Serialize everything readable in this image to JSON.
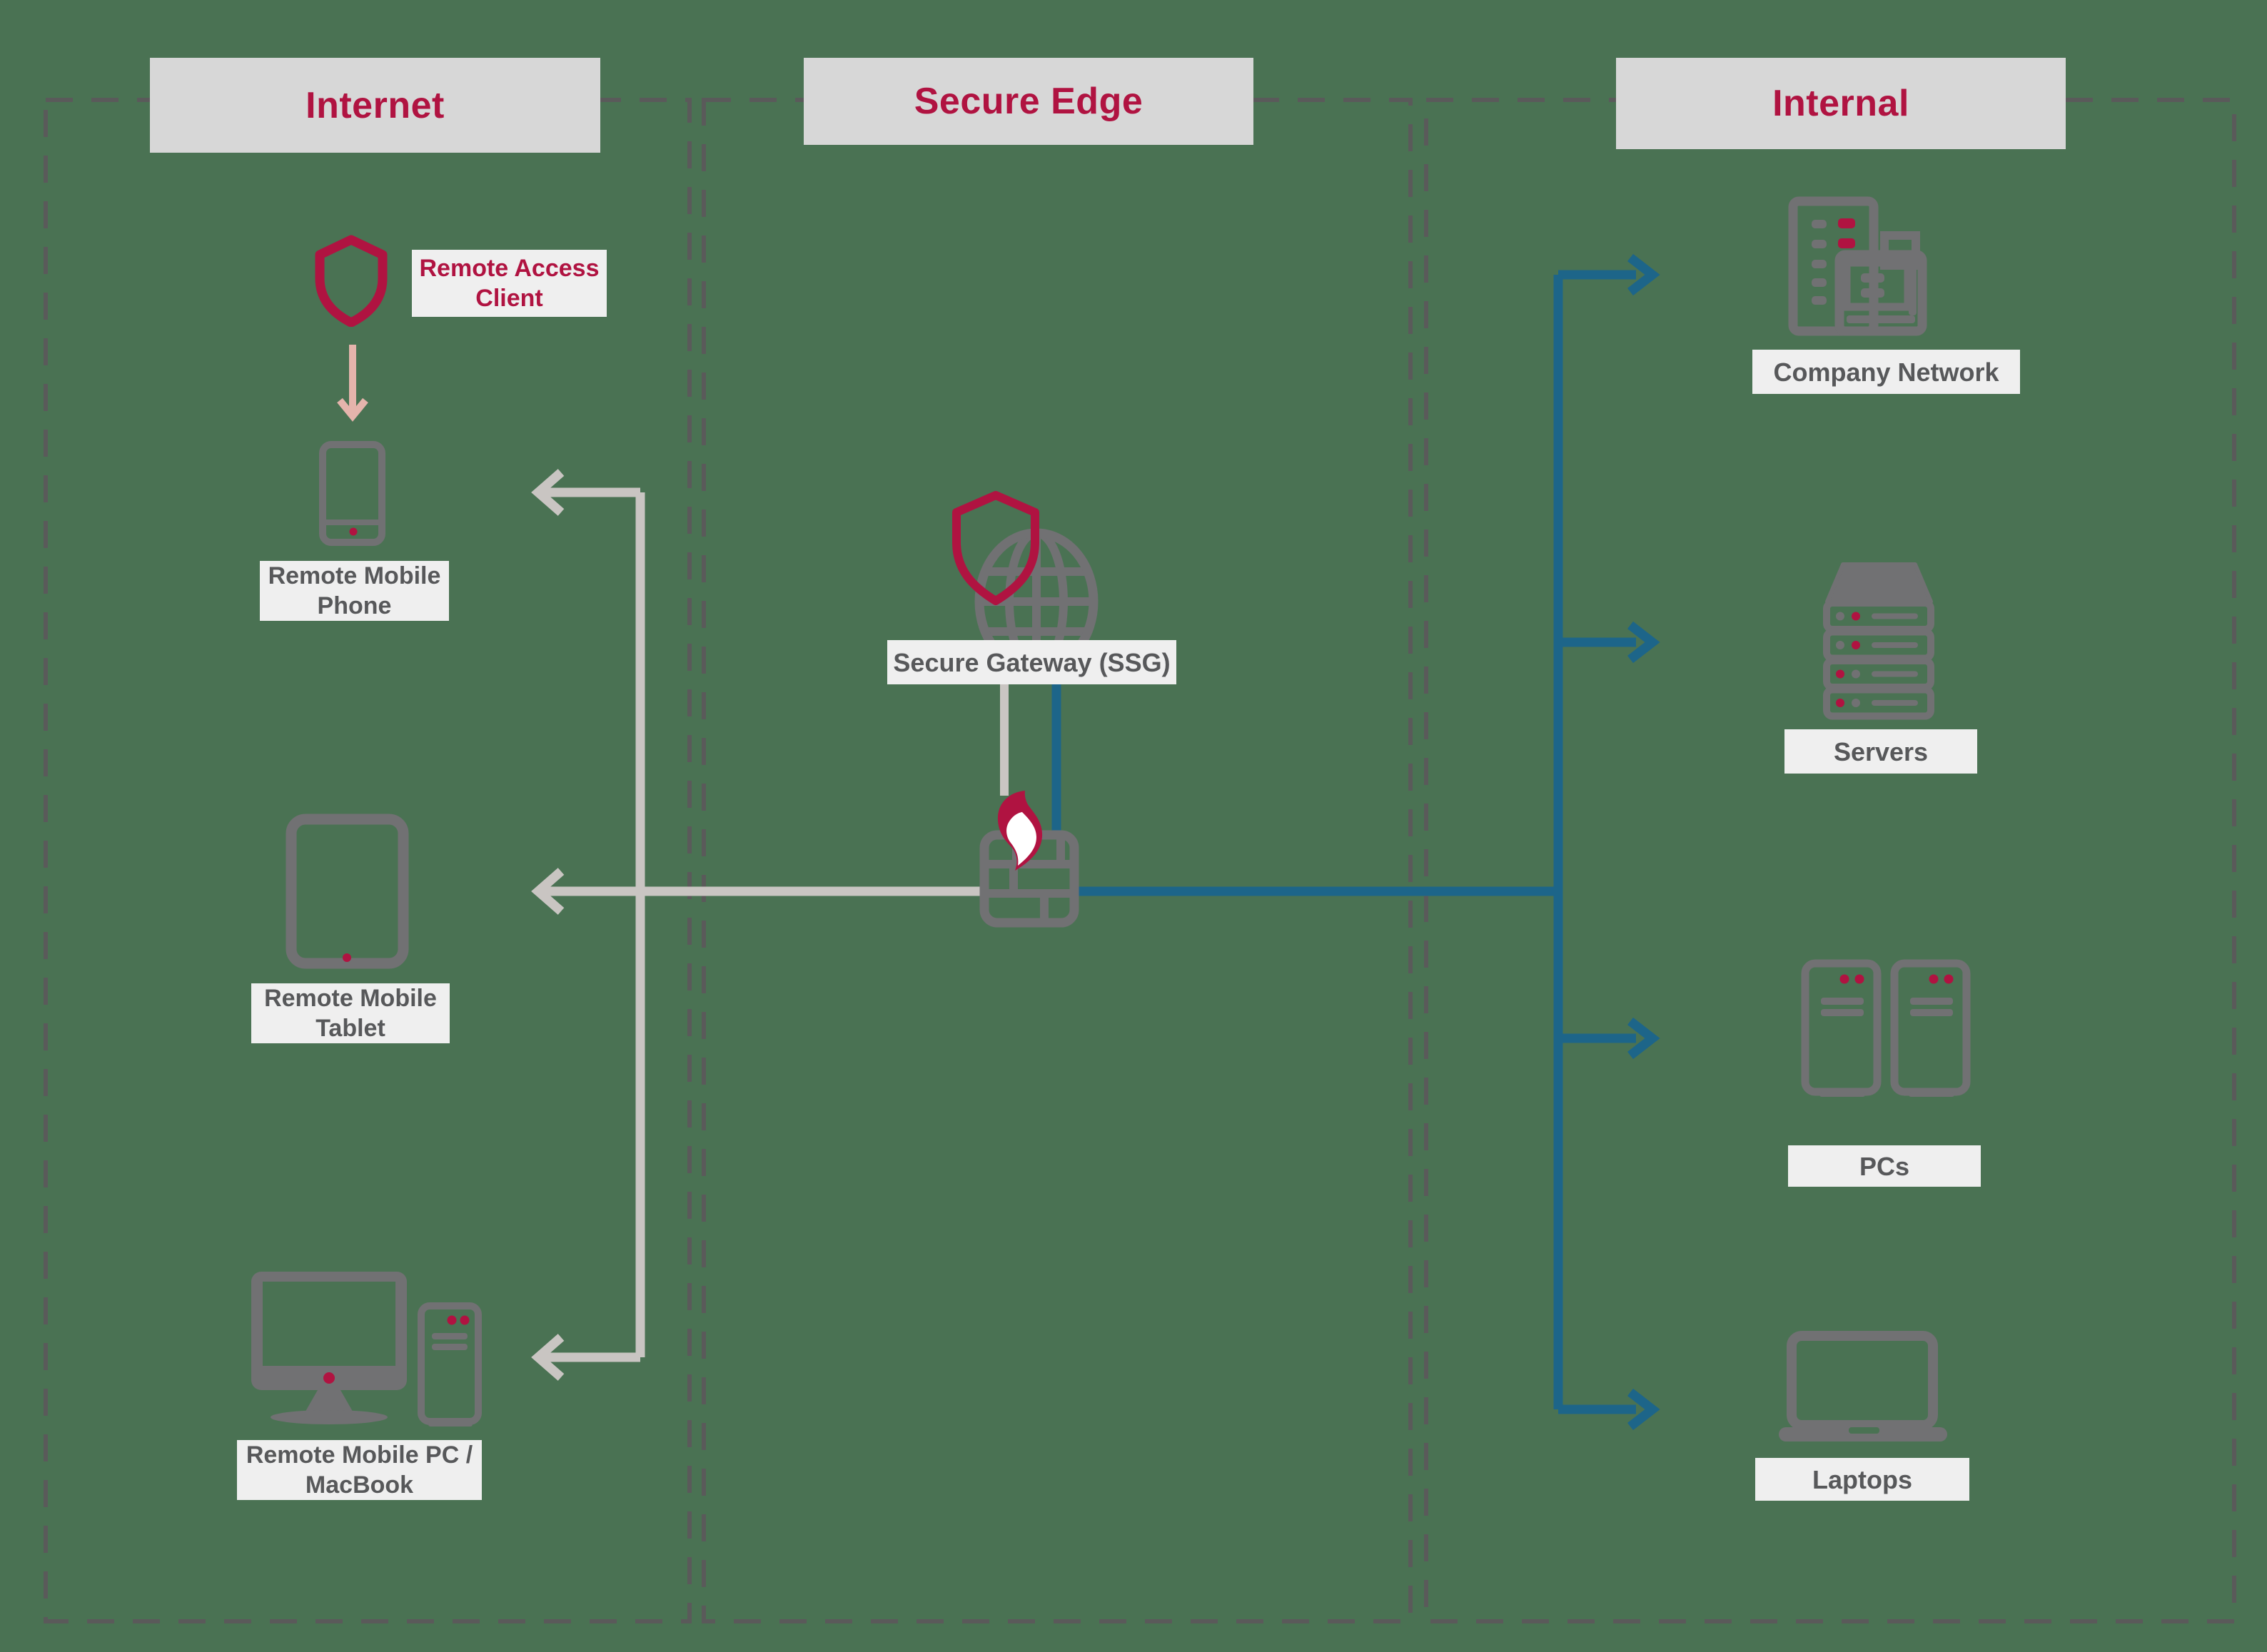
{
  "palette": {
    "background": "#4a7253",
    "crimson": "#b01341",
    "blue": "#1d6589",
    "icon_gray": "#717173",
    "connector_gray": "#c9c5c2",
    "arrow_pink": "#e5b4ac",
    "header_bg": "#d7d7d7",
    "label_bg": "#efefef",
    "label_text": "#57585a",
    "dash_border": "#5a5a5a"
  },
  "columns": [
    {
      "id": "internet",
      "header": "Internet"
    },
    {
      "id": "secure_edge",
      "header": "Secure Edge"
    },
    {
      "id": "internal",
      "header": "Internal"
    }
  ],
  "internet": {
    "client_label": "Remote Access Client",
    "client_icon": "shield-icon",
    "devices": [
      {
        "id": "phone",
        "label": "Remote Mobile Phone",
        "icon": "mobile-phone-icon"
      },
      {
        "id": "tablet",
        "label": "Remote Mobile Tablet",
        "icon": "tablet-icon"
      },
      {
        "id": "pc",
        "label": "Remote Mobile PC / MacBook",
        "icon": "desktop-computer-icon"
      }
    ]
  },
  "secure_edge": {
    "gateway_label": "Secure Gateway (SSG)",
    "gateway_icon": "shield-globe-icon",
    "firewall_icon": "firewall-flame-icon"
  },
  "internal": {
    "nodes": [
      {
        "id": "company_network",
        "label": "Company Network",
        "icon": "office-building-icon"
      },
      {
        "id": "servers",
        "label": "Servers",
        "icon": "server-rack-icon"
      },
      {
        "id": "pcs",
        "label": "PCs",
        "icon": "tower-pc-icon"
      },
      {
        "id": "laptops",
        "label": "Laptops",
        "icon": "laptop-icon"
      }
    ]
  }
}
